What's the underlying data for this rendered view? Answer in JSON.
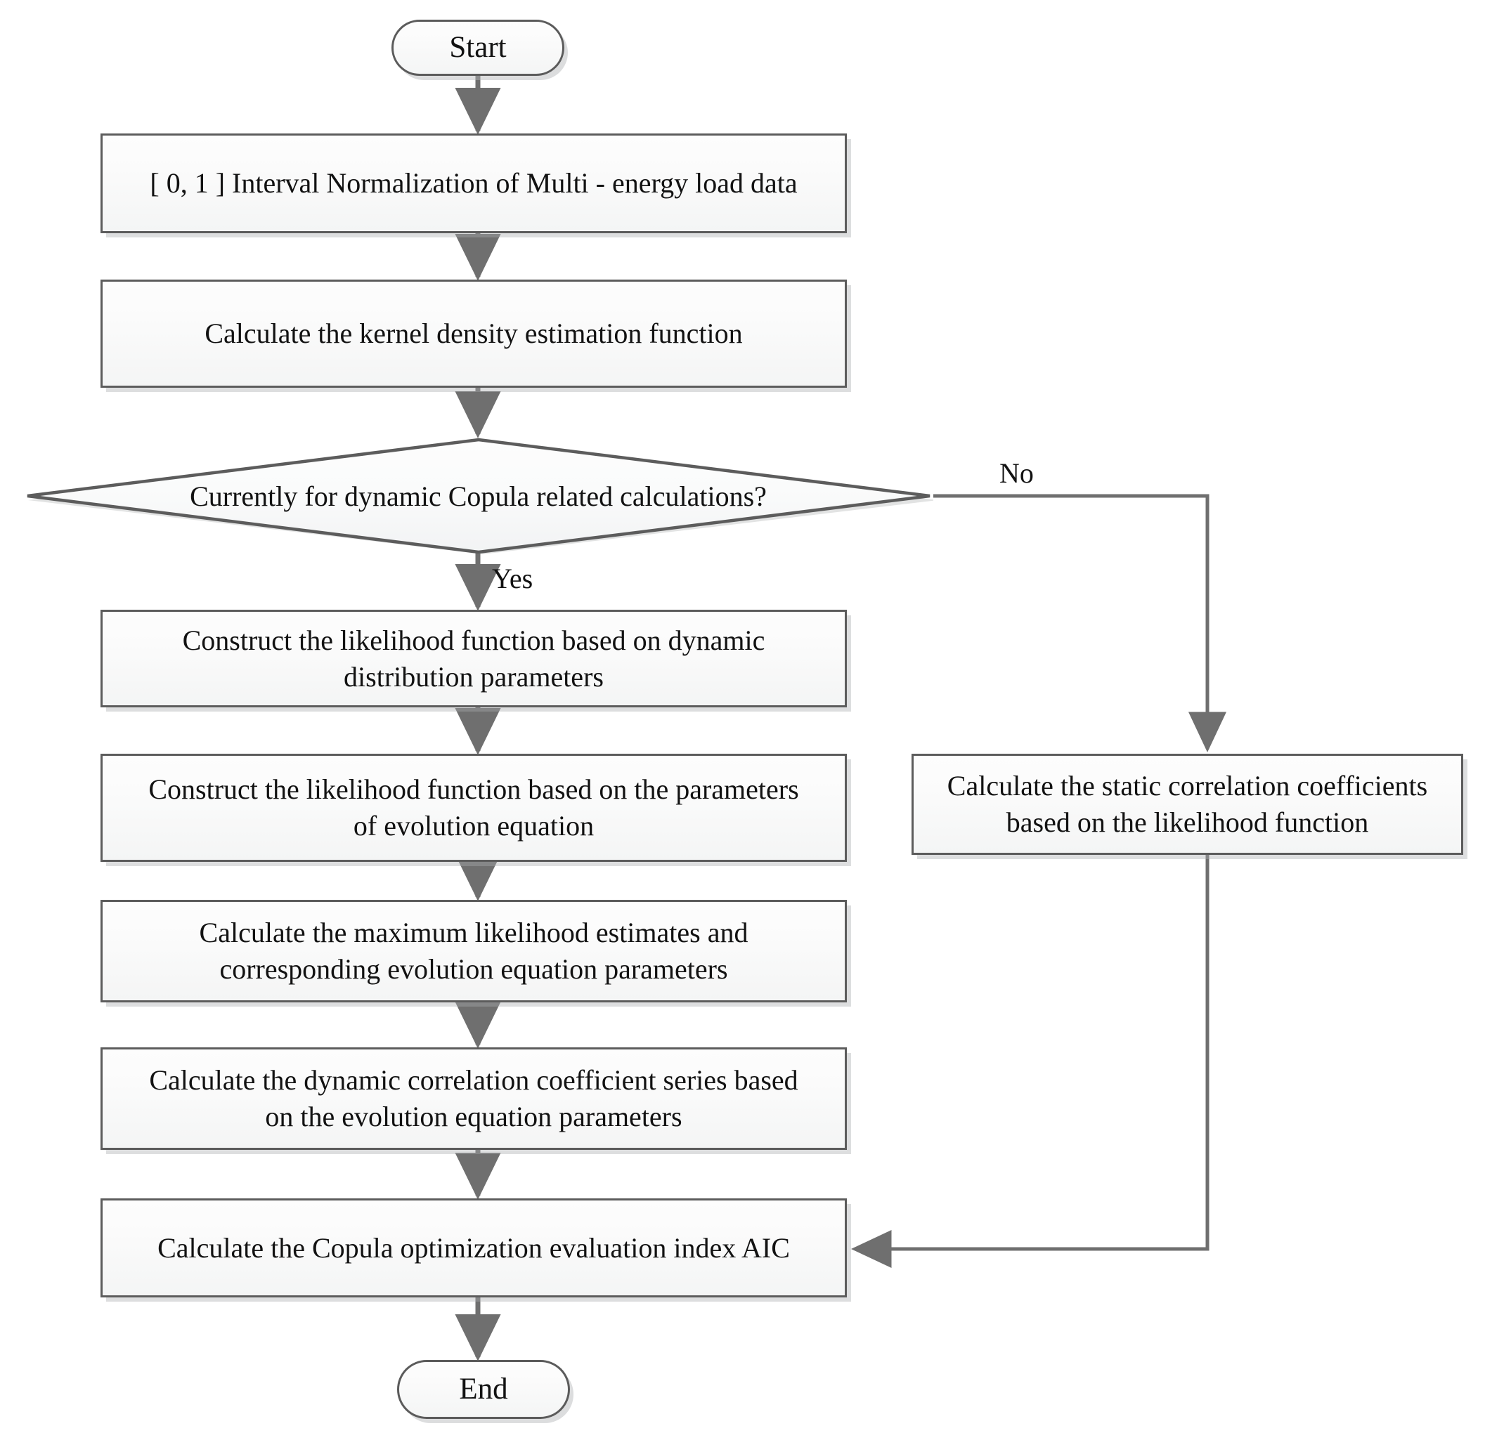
{
  "diagram": {
    "title": "Copula parameter estimation flowchart",
    "type": "flowchart",
    "colors": {
      "node_border": "#5c5c5c",
      "node_fill_top": "#fdfdfd",
      "node_fill_bottom": "#f4f5f5",
      "connector": "#6b6b6b",
      "text": "#121212",
      "shadow": "#aaacae",
      "background": "#ffffff"
    },
    "nodes": {
      "start": {
        "label": "Start",
        "shape": "terminator"
      },
      "normalize": {
        "label": "[ 0, 1 ] Interval Normalization of Multi - energy load data",
        "shape": "process"
      },
      "kde": {
        "label": "Calculate the kernel density estimation function",
        "shape": "process"
      },
      "decision": {
        "label": "Currently for dynamic Copula related calculations?",
        "shape": "decision"
      },
      "likelihood_dynamic": {
        "label": "Construct the likelihood function based on dynamic\ndistribution parameters",
        "shape": "process"
      },
      "likelihood_evolution": {
        "label": "Construct the likelihood function based on the parameters\nof evolution equation",
        "shape": "process"
      },
      "mle": {
        "label": "Calculate the maximum likelihood estimates and\ncorresponding evolution equation parameters",
        "shape": "process"
      },
      "dynamic_series": {
        "label": "Calculate the dynamic correlation coefficient series based\non the evolution equation parameters",
        "shape": "process"
      },
      "static_coefficients": {
        "label": "Calculate the static correlation coefficients\nbased on the likelihood function",
        "shape": "process"
      },
      "aic": {
        "label": "Calculate the Copula optimization evaluation index AIC",
        "shape": "process"
      },
      "end": {
        "label": "End",
        "shape": "terminator"
      }
    },
    "edge_labels": {
      "yes": "Yes",
      "no": "No"
    },
    "edges": [
      {
        "from": "start",
        "to": "normalize",
        "label": ""
      },
      {
        "from": "normalize",
        "to": "kde",
        "label": ""
      },
      {
        "from": "kde",
        "to": "decision",
        "label": ""
      },
      {
        "from": "decision",
        "to": "likelihood_dynamic",
        "label": "Yes"
      },
      {
        "from": "decision",
        "to": "static_coefficients",
        "label": "No"
      },
      {
        "from": "likelihood_dynamic",
        "to": "likelihood_evolution",
        "label": ""
      },
      {
        "from": "likelihood_evolution",
        "to": "mle",
        "label": ""
      },
      {
        "from": "mle",
        "to": "dynamic_series",
        "label": ""
      },
      {
        "from": "dynamic_series",
        "to": "aic",
        "label": ""
      },
      {
        "from": "static_coefficients",
        "to": "aic",
        "label": ""
      },
      {
        "from": "aic",
        "to": "end",
        "label": ""
      }
    ]
  }
}
